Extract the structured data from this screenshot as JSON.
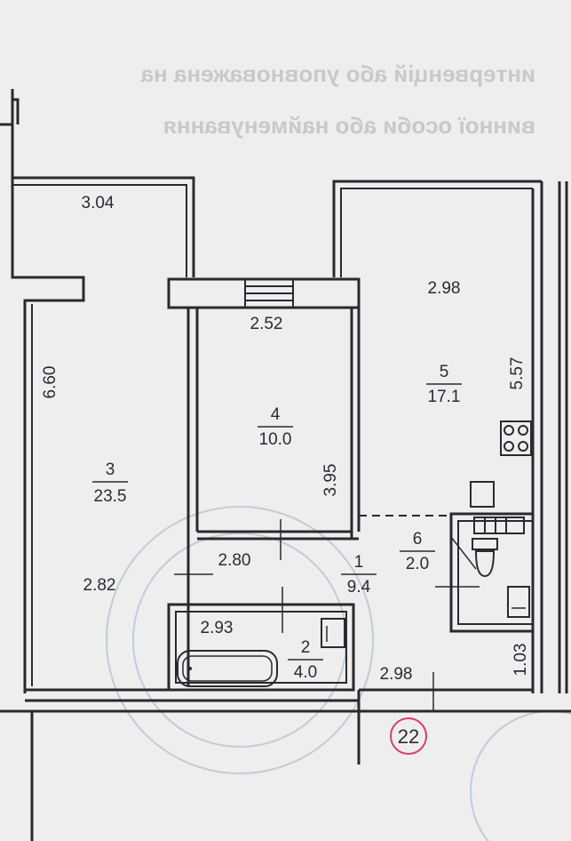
{
  "plan": {
    "rooms": [
      {
        "number": "1",
        "area": "9.4"
      },
      {
        "number": "2",
        "area": "4.0"
      },
      {
        "number": "3",
        "area": "23.5"
      },
      {
        "number": "4",
        "area": "10.0"
      },
      {
        "number": "5",
        "area": "17.1"
      },
      {
        "number": "6",
        "area": "2.0"
      }
    ],
    "dimensions": {
      "balcony_left_width": "3.04",
      "room3_length": "6.60",
      "room3_width": "2.82",
      "room4_width": "2.52",
      "room4_length": "3.95",
      "hall_width": "2.80",
      "bath_width": "2.93",
      "room5_width": "2.98",
      "room5_length": "5.57",
      "corridor_width": "2.98",
      "wc_length": "1.03"
    },
    "apartment_number": "22"
  },
  "background": {
    "line1": "интервенцій або уповноважена на",
    "line2": "винної особи або найменування"
  },
  "colors": {
    "walls": "#2a2a2e",
    "paper": "#eeeeef",
    "apartment_marker": "#d6406a",
    "stamp": "#c4cbd6"
  }
}
